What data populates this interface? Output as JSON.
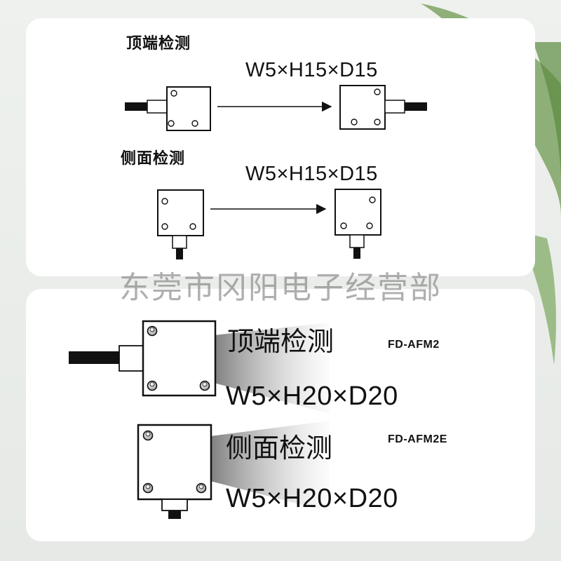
{
  "top_panel": {
    "section1": {
      "label": "顶端检测",
      "dims": "W5×H15×D15"
    },
    "section2": {
      "label": "侧面检测",
      "dims": "W5×H15×D15"
    }
  },
  "watermark": "东莞市冈阳电子经营部",
  "bottom_panel": {
    "item1": {
      "label": "顶端检测",
      "dims": "W5×H20×D20",
      "model": "FD-AFM2"
    },
    "item2": {
      "label": "侧面检测",
      "dims": "W5×H20×D20",
      "model": "FD-AFM2E"
    }
  }
}
